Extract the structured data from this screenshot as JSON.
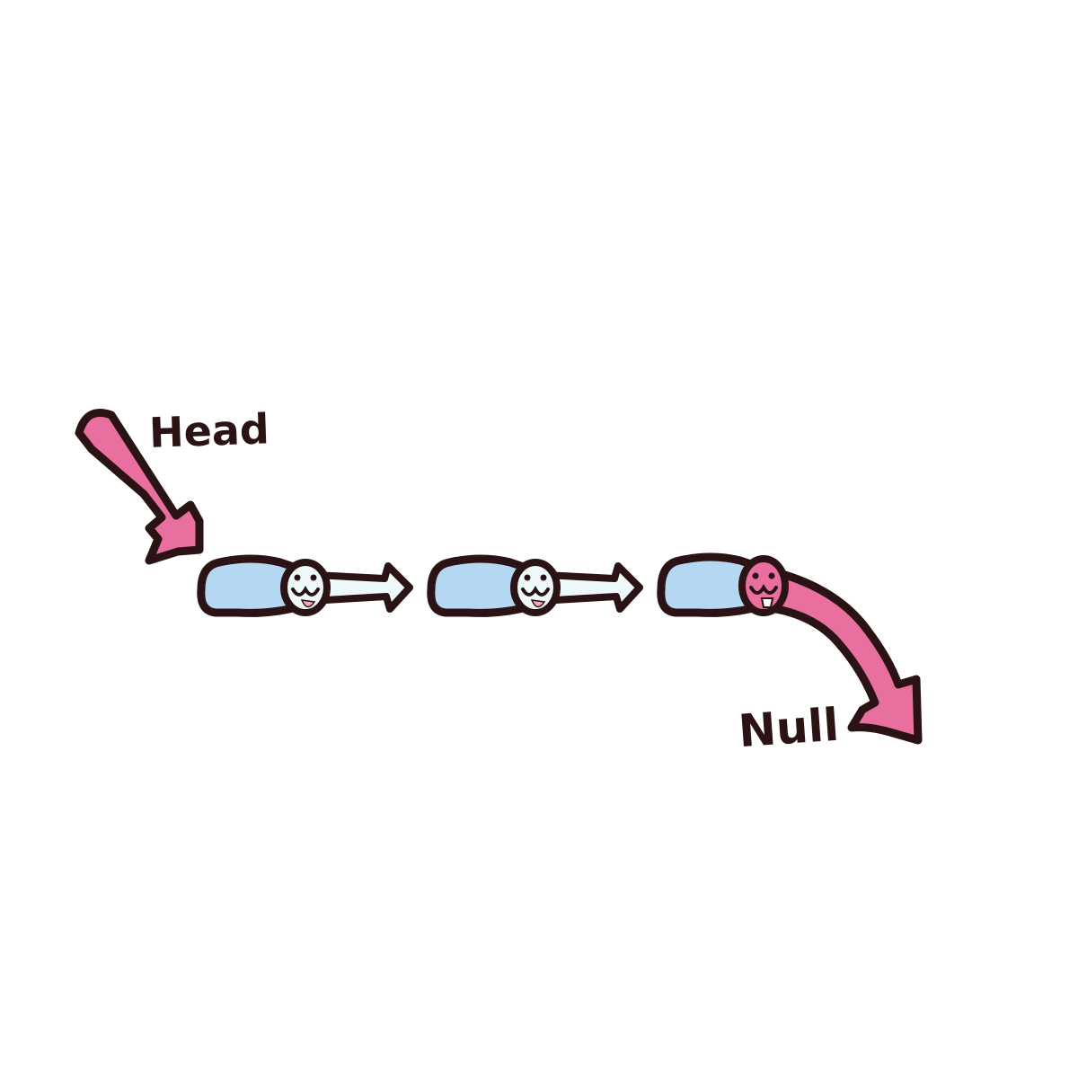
{
  "labels": {
    "head": "Head",
    "null": "Null"
  },
  "nodes": [
    {
      "pointer": "next"
    },
    {
      "pointer": "next"
    },
    {
      "pointer": "null"
    }
  ],
  "colors": {
    "outline": "#2a1215",
    "data_cell": "#b4d8f1",
    "pointer_cell": "#eef9f9",
    "last_pointer_cell": "#e86f9e",
    "head_arrow": "#e86f9e",
    "null_arrow": "#e86f9e",
    "tongue": "#f4a7c2",
    "background": "#ffffff"
  },
  "icons": {
    "head_pointer": "arrow-down-right-icon",
    "null_pointer": "curved-arrow-down-icon",
    "next_pointer": "arrow-right-icon"
  }
}
